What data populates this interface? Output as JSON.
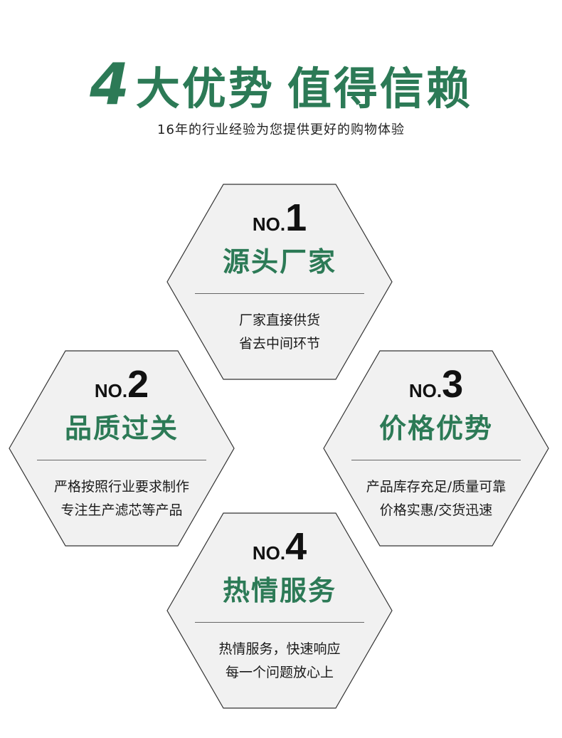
{
  "header": {
    "number": "4",
    "title_a": "大优势",
    "title_b": "值得信赖",
    "subtitle": "16年的行业经验为您提供更好的购物体验"
  },
  "colors": {
    "accent_green": "#2c7a56",
    "hex_fill": "#f1f1f1",
    "hex_stroke": "#333333"
  },
  "advantages": [
    {
      "no_prefix": "NO.",
      "no_digit": "1",
      "title": "源头厂家",
      "line1": "厂家直接供货",
      "line2": "省去中间环节"
    },
    {
      "no_prefix": "NO.",
      "no_digit": "2",
      "title": "品质过关",
      "line1": "严格按照行业要求制作",
      "line2": "专注生产滤芯等产品"
    },
    {
      "no_prefix": "NO.",
      "no_digit": "3",
      "title": "价格优势",
      "line1": "产品库存充足/质量可靠",
      "line2": "价格实惠/交货迅速"
    },
    {
      "no_prefix": "NO.",
      "no_digit": "4",
      "title": "热情服务",
      "line1": "热情服务，快速响应",
      "line2": "每一个问题放心上"
    }
  ]
}
